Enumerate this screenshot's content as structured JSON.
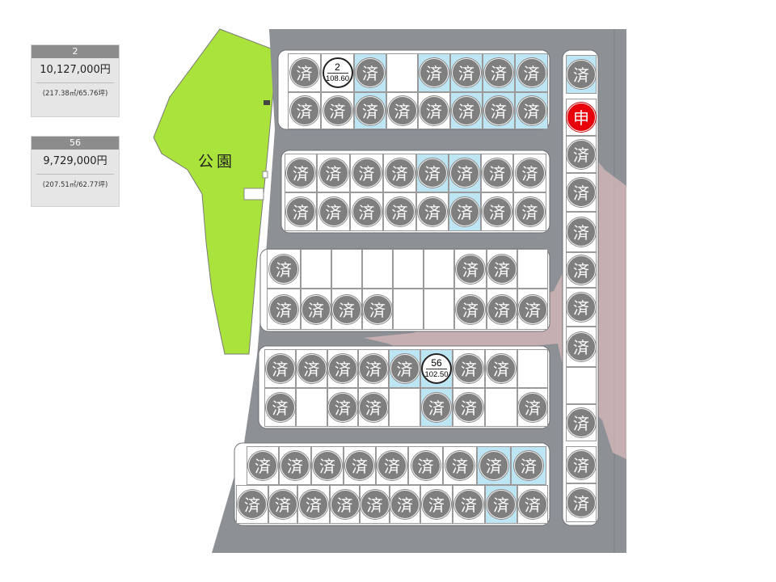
{
  "cards": [
    {
      "lot": "2",
      "price": "10,127,000円",
      "area": "(217.38㎡/65.76坪)"
    },
    {
      "lot": "56",
      "price": "9,729,000円",
      "area": "(207.51㎡/62.77坪)"
    }
  ],
  "park_label": "公園",
  "sold_mark": "済",
  "applied_mark": "申",
  "highlight_lots": [
    {
      "lot": "2",
      "area": "108.60"
    },
    {
      "lot": "56",
      "area": "102.50"
    }
  ],
  "colors": {
    "road": "#8d9196",
    "park": "#a9e33b",
    "sold_marker": "#7f7f7f",
    "applied_marker": "#e8000b",
    "highlight_fill": "#bde5f3",
    "pink_overlay": "#f6c8c8"
  }
}
